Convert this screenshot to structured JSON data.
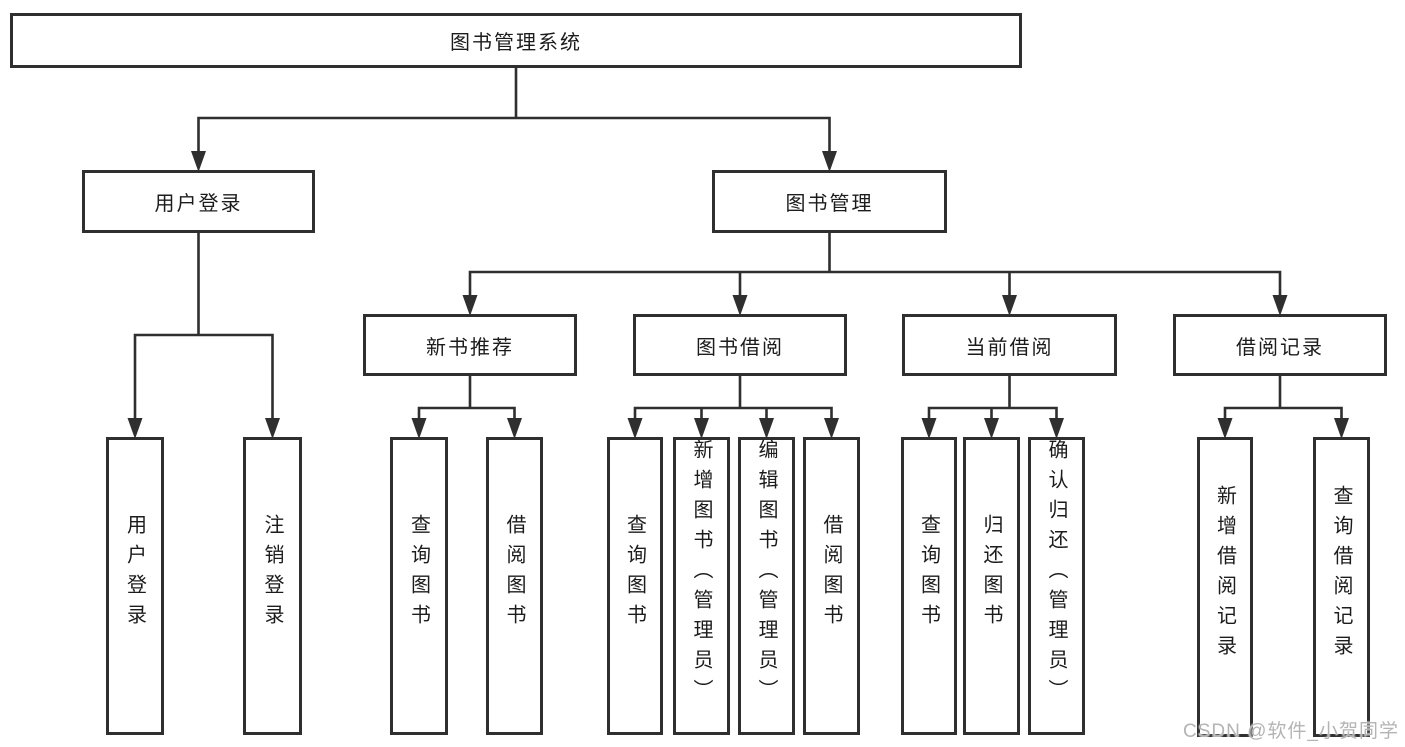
{
  "diagram_title": "图书管理系统",
  "watermark": "CSDN @软件_小贺同学",
  "colors": {
    "line": "#2f2f2f",
    "box_border": "#2f2f2f",
    "box_fill": "#ffffff",
    "text": "#1c1c1c",
    "watermark": "#b4b4b4"
  },
  "nodes": [
    {
      "id": "root",
      "label": "图书管理系统",
      "parent": null
    },
    {
      "id": "user-login",
      "label": "用户登录",
      "parent": "root"
    },
    {
      "id": "book-mgmt",
      "label": "图书管理",
      "parent": "root"
    },
    {
      "id": "new-books",
      "label": "新书推荐",
      "parent": "book-mgmt"
    },
    {
      "id": "book-borrow",
      "label": "图书借阅",
      "parent": "book-mgmt"
    },
    {
      "id": "current-borrow",
      "label": "当前借阅",
      "parent": "book-mgmt"
    },
    {
      "id": "borrow-records",
      "label": "借阅记录",
      "parent": "book-mgmt"
    },
    {
      "id": "leaf-user-login",
      "label": "用户登录",
      "parent": "user-login"
    },
    {
      "id": "leaf-logout",
      "label": "注销登录",
      "parent": "user-login"
    },
    {
      "id": "leaf-nb-query",
      "label": "查询图书",
      "parent": "new-books"
    },
    {
      "id": "leaf-nb-borrow",
      "label": "借阅图书",
      "parent": "new-books"
    },
    {
      "id": "leaf-bb-query",
      "label": "查询图书",
      "parent": "book-borrow"
    },
    {
      "id": "leaf-bb-add",
      "label": "新增图书（管理员）",
      "parent": "book-borrow"
    },
    {
      "id": "leaf-bb-edit",
      "label": "编辑图书（管理员）",
      "parent": "book-borrow"
    },
    {
      "id": "leaf-bb-borrow",
      "label": "借阅图书",
      "parent": "book-borrow"
    },
    {
      "id": "leaf-cb-query",
      "label": "查询图书",
      "parent": "current-borrow"
    },
    {
      "id": "leaf-cb-return",
      "label": "归还图书",
      "parent": "current-borrow"
    },
    {
      "id": "leaf-cb-confirm",
      "label": "确认归还（管理员）",
      "parent": "current-borrow"
    },
    {
      "id": "leaf-br-add",
      "label": "新增借阅记录",
      "parent": "borrow-records"
    },
    {
      "id": "leaf-br-query",
      "label": "查询借阅记录",
      "parent": "borrow-records"
    }
  ]
}
